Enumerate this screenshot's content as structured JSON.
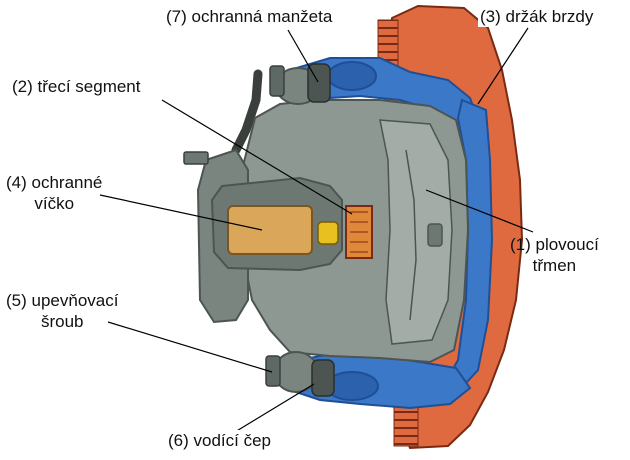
{
  "diagram": {
    "labels": {
      "manzeta": "(7) ochranná manžeta",
      "drzak": "(3) držák brzdy",
      "segment": "(2) třecí segment",
      "vicko": [
        "(4) ochranné",
        "víčko"
      ],
      "trmen": [
        "(1) plovoucí",
        "třmen"
      ],
      "sroub": [
        "(5) upevňovací",
        "šroub"
      ],
      "cep": "(6) vodící čep"
    },
    "colors": {
      "disc": "#e06a40",
      "disc_dark": "#b8421f",
      "holder": "#3b78c8",
      "holder_dark": "#1f4f96",
      "caliper": "#8e9893",
      "caliper_dark": "#4c5551",
      "caliper_light": "#b3bcb7",
      "cap": "#d9a65a",
      "pad": "#e0883a",
      "pin": "#e8c020",
      "leader": "#000000"
    }
  }
}
